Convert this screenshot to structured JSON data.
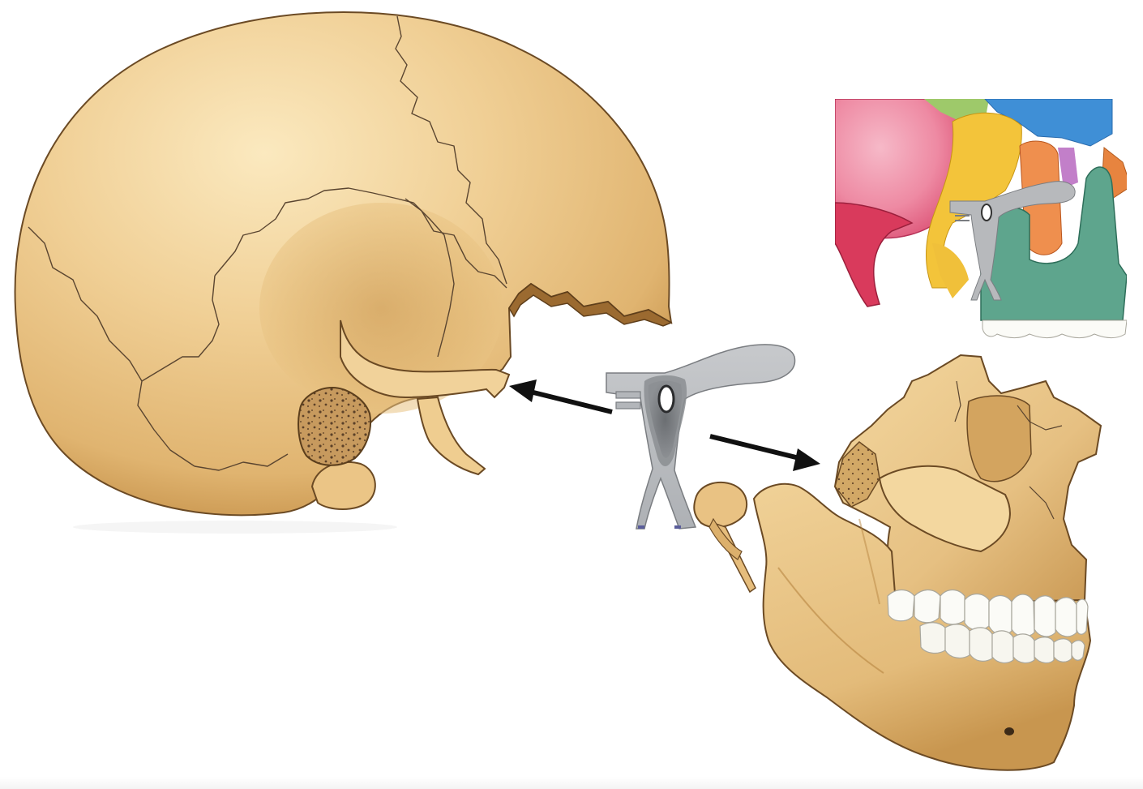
{
  "figure": {
    "subject": "skull-and-sphenoid-illustration",
    "colors": {
      "bone": "#e8c489",
      "bone_light": "#f6e0ad",
      "bone_shadow": "#c89a55",
      "bone_dark": "#8e5c26",
      "suture": "#5a4530",
      "sphenoid_gray": "#b7b9bc",
      "sphenoid_dark": "#6b6e72",
      "arrow": "#111111",
      "inset_frontal": "#e04a6d",
      "inset_parietal": "#f2a0b5",
      "inset_sphenoid_yellow": "#f3c43a",
      "inset_zygomatic_orange": "#f28c45",
      "inset_nasal_blue": "#3f8fd6",
      "inset_maxilla_green": "#5ea58d",
      "inset_ethmoid_green": "#9cc66a",
      "inset_lacrimal_violet": "#c27fc9",
      "inset_inferior_concha": "#e87d4d",
      "teeth": "#fbfbf7"
    },
    "icons": [
      "skull-calvaria",
      "sphenoid-bone-icon",
      "arrow-left-icon",
      "arrow-right-icon",
      "facial-skeleton",
      "mandible",
      "inset-skull-colored"
    ]
  }
}
